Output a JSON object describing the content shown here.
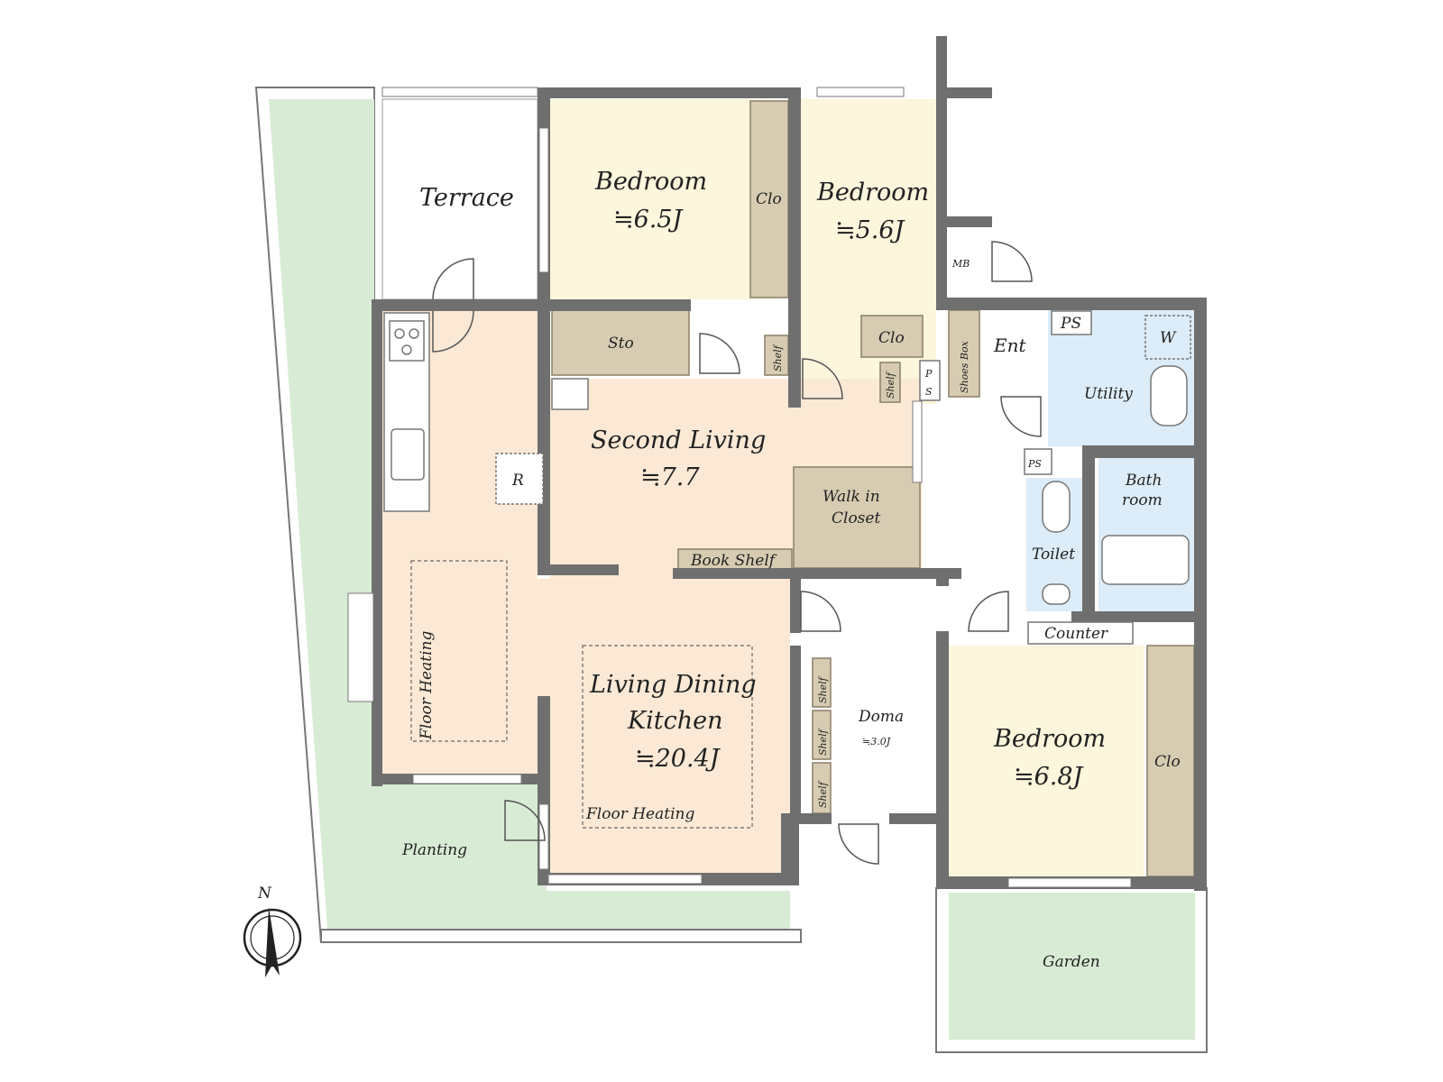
{
  "colors": {
    "wall": "#6f6f6f",
    "bedroom_floor": "#fbf6dc",
    "living_floor": "#fbe9d5",
    "closet": "#d7ccb2",
    "wet_area": "#dcecf8",
    "garden": "#d8ebd5",
    "white": "#ffffff"
  },
  "rooms": {
    "terrace": "Terrace",
    "bedroom1": {
      "name": "Bedroom",
      "size": "≒6.5J"
    },
    "bedroom2": {
      "name": "Bedroom",
      "size": "≒5.6J"
    },
    "bedroom3": {
      "name": "Bedroom",
      "size": "≒6.8J"
    },
    "second_living": {
      "name": "Second Living",
      "size": "≒7.7"
    },
    "ldk": {
      "line1": "Living Dining",
      "line2": "Kitchen",
      "size": "≒20.4J"
    },
    "doma": {
      "name": "Doma",
      "size": "≒3.0J"
    },
    "bathroom": {
      "line1": "Bath",
      "line2": "room"
    },
    "walk_in_closet": {
      "line1": "Walk in",
      "line2": "Closet"
    },
    "utility": "Utility",
    "toilet": "Toilet",
    "entrance": "Ent",
    "planting": "Planting",
    "garden": "Garden"
  },
  "fixtures": {
    "clo": "Clo",
    "sto": "Sto",
    "shelf": "Shelf",
    "mb": "MB",
    "ps": "PS",
    "ps_vertical_p": "P",
    "ps_vertical_s": "S",
    "shoes_box": "Shoes Box",
    "w": "W",
    "r": "R",
    "book_shelf": "Book Shelf",
    "counter": "Counter",
    "floor_heating": "Floor Heating"
  },
  "compass": {
    "label": "N"
  }
}
